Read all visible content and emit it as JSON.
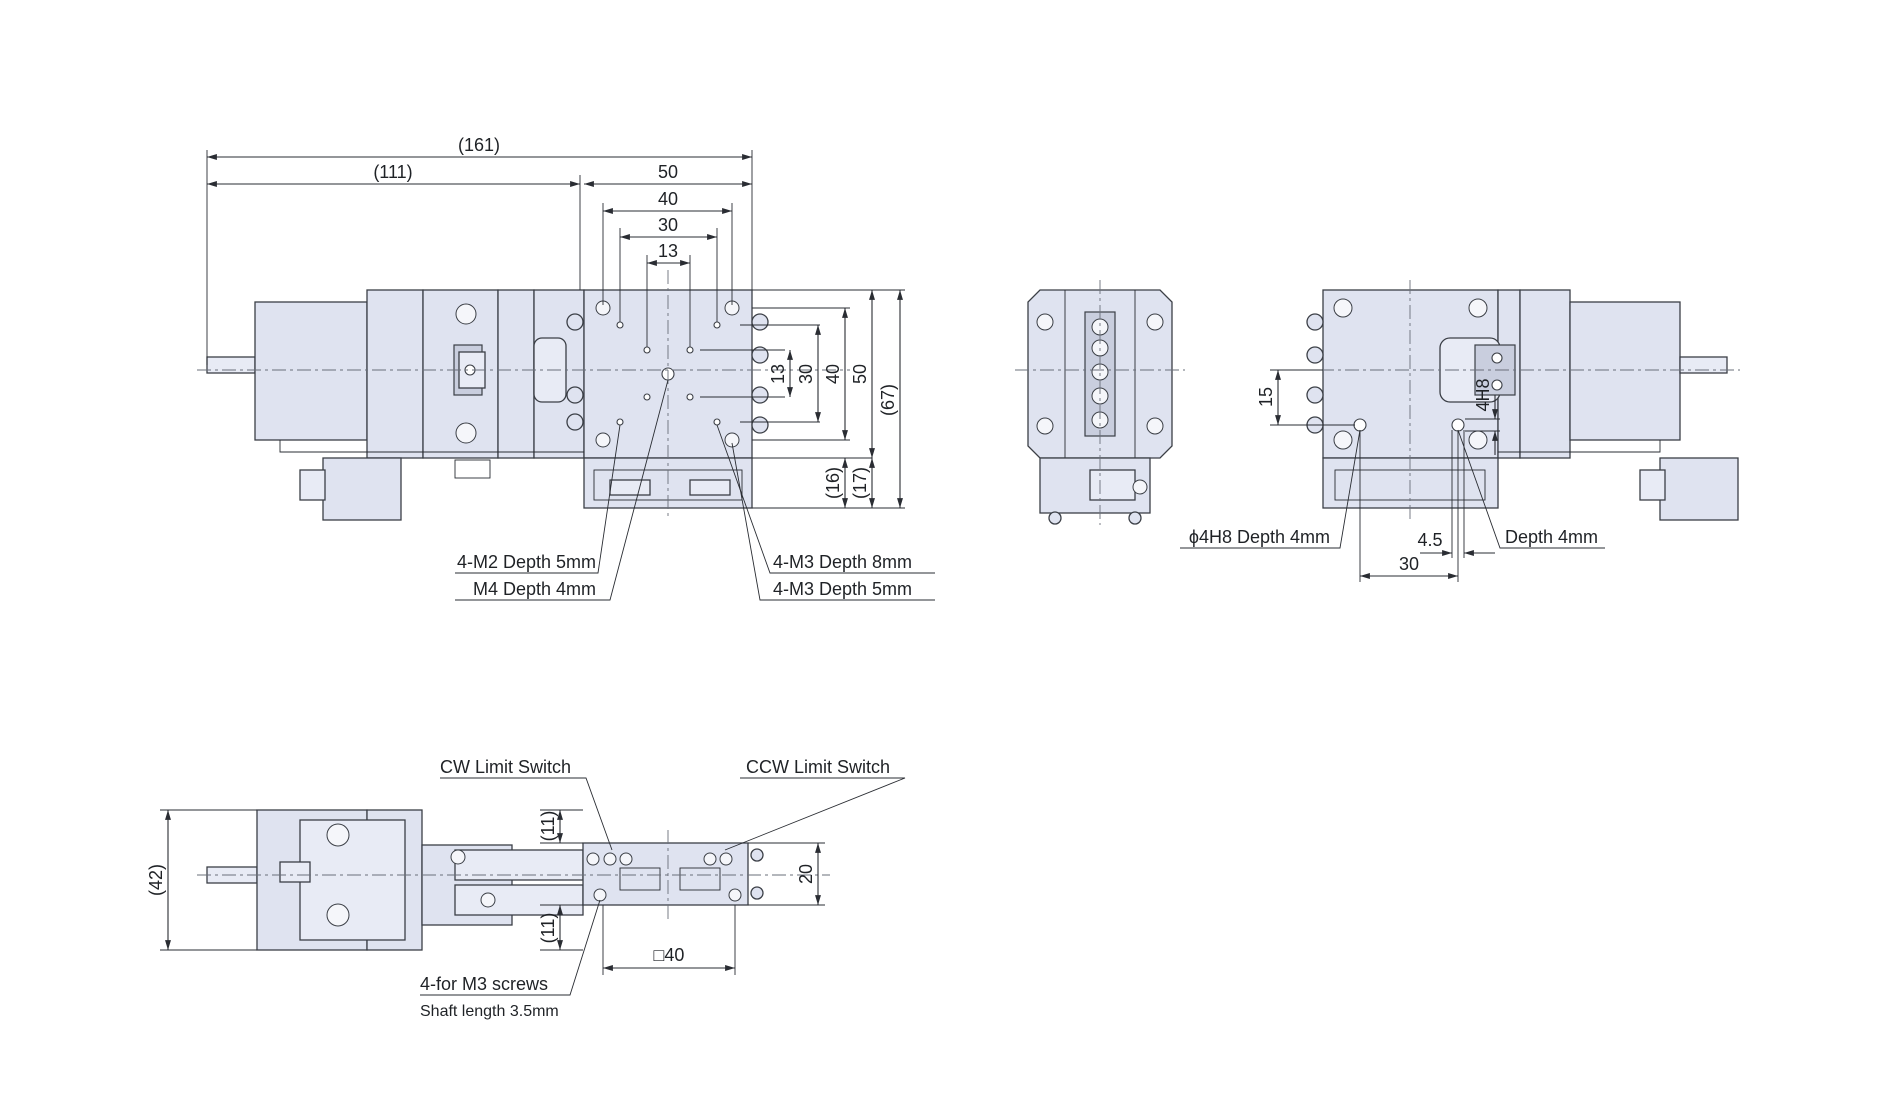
{
  "front_view": {
    "dimensions": {
      "overall_length": "(161)",
      "motor_length": "(111)",
      "table_width": "50",
      "hole_pitch_40": "40",
      "hole_pitch_30": "30",
      "hole_pitch_13": "13",
      "v_13": "13",
      "v_30": "30",
      "v_40": "40",
      "v_50": "50",
      "v_67": "(67)",
      "v_16": "(16)",
      "v_17": "(17)"
    },
    "callouts": {
      "m2": "4-M2 Depth 5mm",
      "m4": "M4 Depth 4mm",
      "m3_8": "4-M3 Depth 8mm",
      "m3_5": "4-M3 Depth 5mm"
    }
  },
  "rear_view": {
    "dimensions": {
      "v_15": "15",
      "h_4h8": "4H8",
      "h_45": "4.5",
      "h_30": "30"
    },
    "callouts": {
      "pin_hole": "ϕ4H8 Depth 4mm",
      "depth": "Depth 4mm"
    }
  },
  "side_view": {
    "dimensions": {
      "height_42": "(42)",
      "v_11_top": "(11)",
      "v_11_bottom": "(11)",
      "v_20": "20",
      "square_40": "□40"
    },
    "callouts": {
      "cw": "CW Limit Switch",
      "ccw": "CCW Limit Switch",
      "screws": "4-for M3 screws",
      "shaft": "Shaft length 3.5mm"
    }
  },
  "colors": {
    "body_fill": "#dfe3f0",
    "line": "#2a2d33"
  }
}
